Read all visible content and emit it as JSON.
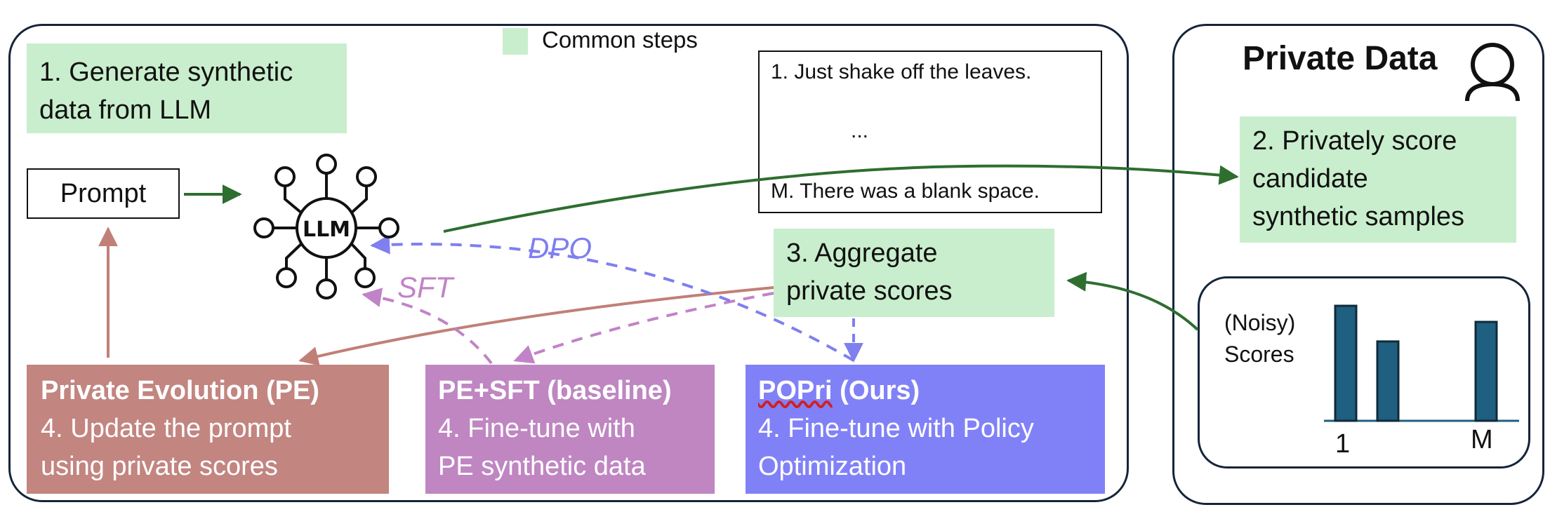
{
  "legend": {
    "label": "Common steps",
    "color": "#c9eecd"
  },
  "step1": {
    "lines": [
      "1. Generate synthetic",
      "data from LLM"
    ]
  },
  "prompt": {
    "label": "Prompt"
  },
  "llm": {
    "label": "LLM"
  },
  "samples": {
    "first": "1. Just shake off the leaves.",
    "ellipsis": "...",
    "last": "M. There was a blank space."
  },
  "private_data": {
    "title": "Private Data"
  },
  "step2": {
    "lines": [
      "2. Privately score",
      "candidate",
      "synthetic samples"
    ]
  },
  "step3": {
    "lines": [
      "3. Aggregate",
      "private scores"
    ]
  },
  "scores": {
    "label_lines": [
      "(Noisy)",
      "Scores"
    ],
    "first_tick": "1",
    "last_tick": "M",
    "bar_values": [
      1.0,
      0.69,
      0.86
    ],
    "bar_color": "#1f5f80"
  },
  "edges": {
    "dpo": "DPO",
    "sft": "SFT"
  },
  "methods": {
    "pe": {
      "title": "Private Evolution (PE)",
      "lines": [
        "4. Update the prompt",
        "using private scores"
      ],
      "color": "#c28580"
    },
    "pe_sft": {
      "title": "PE+SFT (baseline)",
      "lines": [
        "4. Fine-tune with",
        "PE synthetic data"
      ],
      "color": "#bf86c2"
    },
    "popri": {
      "title_name": "POPri",
      "title_rest": " (Ours)",
      "lines": [
        "4. Fine-tune with Policy",
        "Optimization"
      ],
      "color": "#8181f7"
    }
  },
  "colors": {
    "panel_border": "#15243a",
    "arrow_green": "#2e6e2f",
    "arrow_brown": "#c08078",
    "dpo": "#7f7ff0",
    "sft": "#c183c7"
  }
}
